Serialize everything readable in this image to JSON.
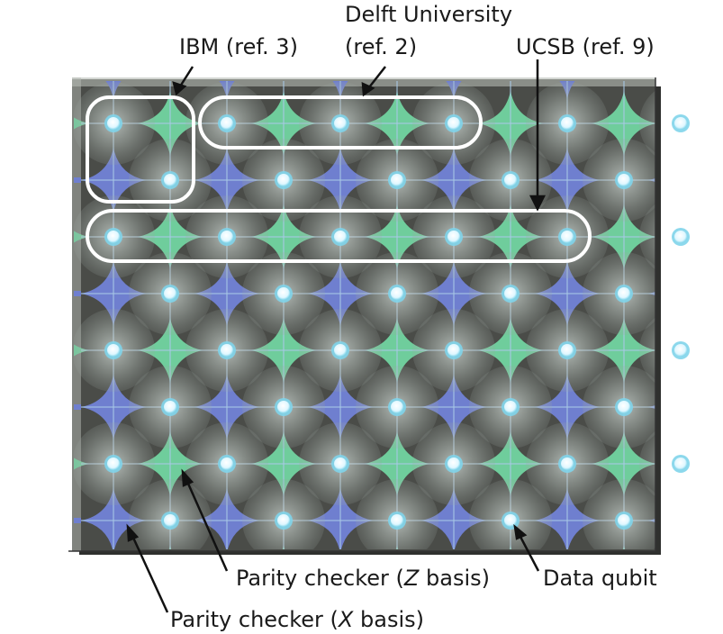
{
  "labels": {
    "ibm": "IBM (ref. 3)",
    "delft_line1": "Delft University",
    "delft_line2": "(ref. 2)",
    "ucsb": "UCSB (ref. 9)",
    "parity_z_pre": "Parity checker (",
    "parity_z_var": "Z",
    "parity_z_post": " basis)",
    "parity_x_pre": "Parity checker (",
    "parity_x_var": "X",
    "parity_x_post": " basis)",
    "data_qubit": "Data qubit"
  },
  "colors": {
    "board": "#4a4c48",
    "board_shadow": "#2f302e",
    "x_checker": "#6f7fcf",
    "z_checker": "#6fcd9c",
    "qubit_glow": "#b9c3bd",
    "qubit_core": "#dff7ff",
    "qubit_ring": "#7fd4ea",
    "outline": "#ffffff"
  }
}
